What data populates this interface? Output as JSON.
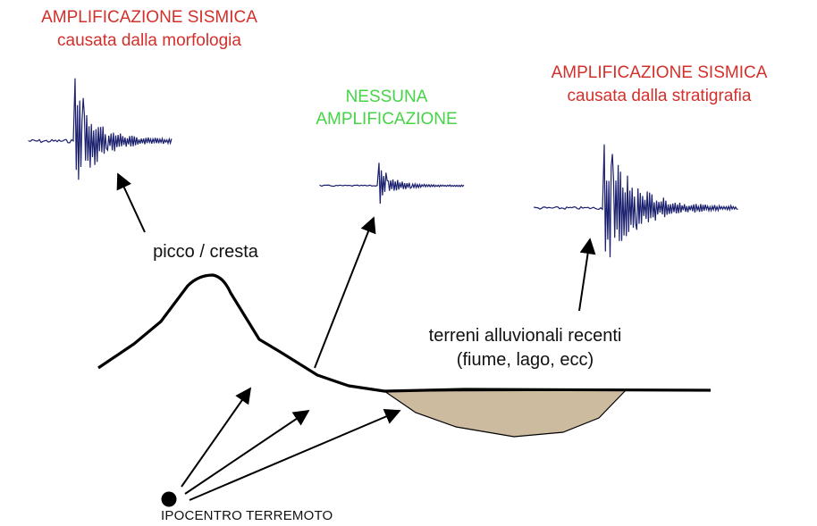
{
  "labels": {
    "morph_title": "AMPLIFICAZIONE SISMICA",
    "morph_sub": "causata dalla morfologia",
    "none_line1": "NESSUNA",
    "none_line2": "AMPLIFICAZIONE",
    "strat_title": "AMPLIFICAZIONE SISMICA",
    "strat_sub": "causata dalla stratigrafia",
    "peak": "picco / cresta",
    "alluvial_line1": "terreni alluvionali recenti",
    "alluvial_line2": "(fiume, lago, ecc)",
    "hypocenter": "IPOCENTRO TERREMOTO"
  },
  "colors": {
    "amplification_text": "#d3302b",
    "no_amplification_text": "#46d446",
    "seismogram": "#1a1f6e",
    "sediment_fill": "#cdbba0",
    "ground_line": "#000000"
  }
}
